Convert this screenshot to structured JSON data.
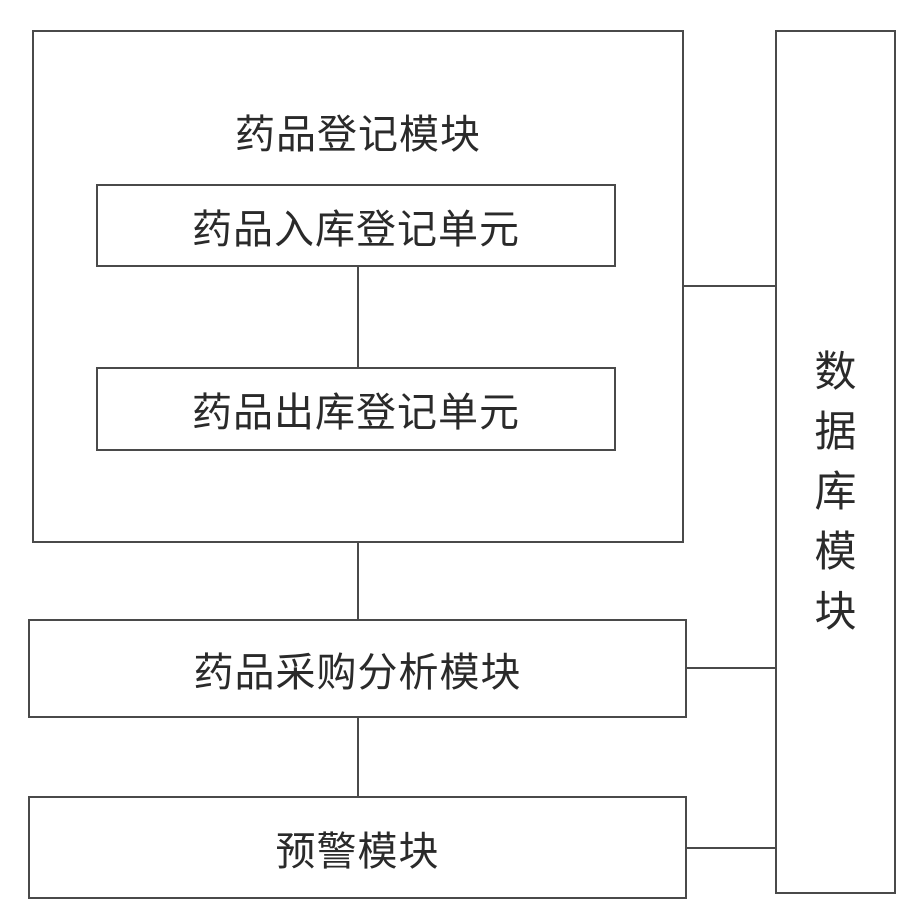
{
  "registration_module": {
    "title": "药品登记模块",
    "inbound_unit": "药品入库登记单元",
    "outbound_unit": "药品出库登记单元"
  },
  "purchase_analysis_module": "药品采购分析模块",
  "warning_module": "预警模块",
  "database_module": {
    "chars": [
      "数",
      "据",
      "库",
      "模",
      "块"
    ]
  }
}
